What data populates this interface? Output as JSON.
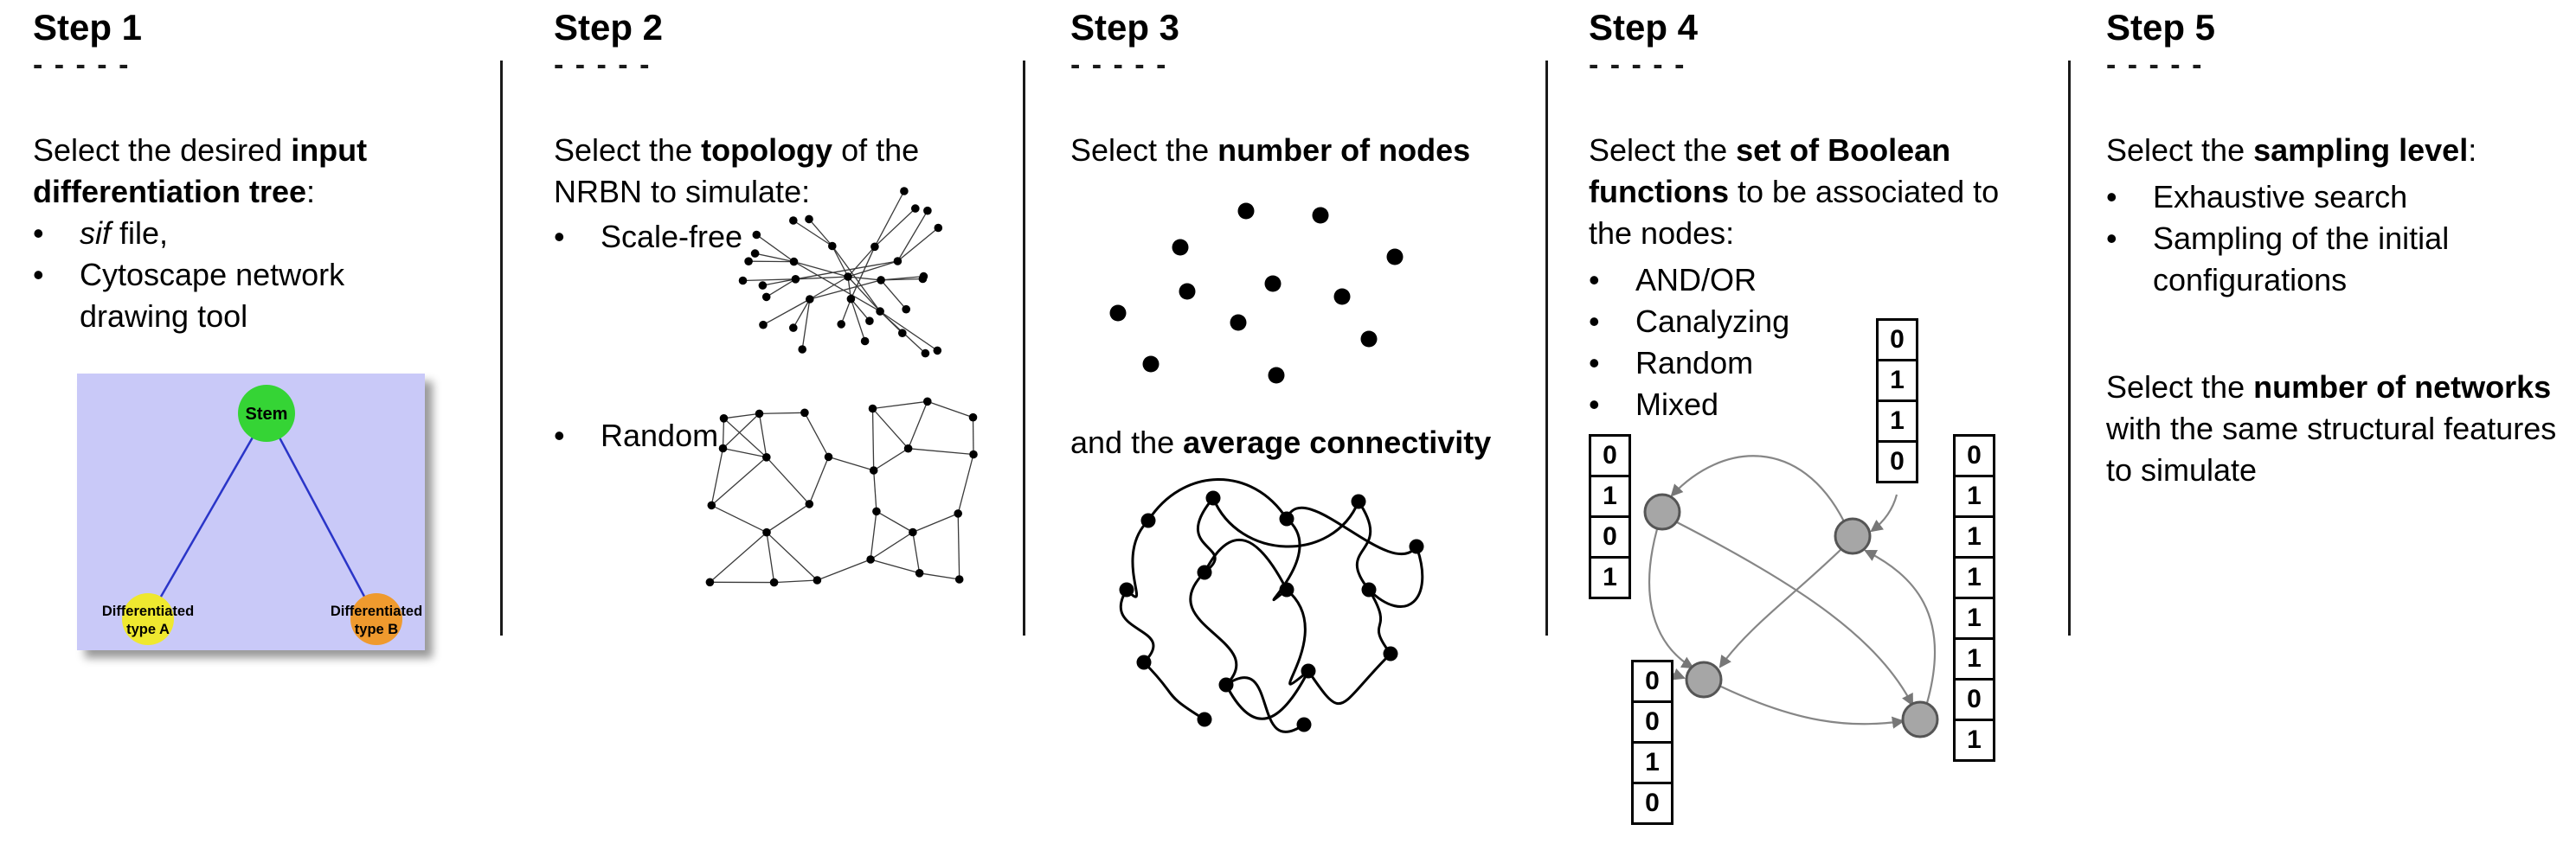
{
  "ui": {
    "bullet_char": "•"
  },
  "steps": [
    {
      "title": "Step 1",
      "dashes": "- - - - -",
      "intro": {
        "pre": "Select the desired ",
        "bold": "input differentiation tree",
        "post": ":"
      },
      "bullets": [
        {
          "italic": "sif",
          "text": " file,"
        },
        {
          "text": "Cytoscape network drawing tool"
        }
      ],
      "tree": {
        "background": "#c9c9f8",
        "edge_color": "#2a35c8",
        "stem": {
          "label": "Stem",
          "color": "#35d435"
        },
        "node_a": {
          "line1": "Differentiated",
          "line2": "type A",
          "color": "#efe82f"
        },
        "node_b": {
          "line1": "Differentiated",
          "line2": "type B",
          "color": "#ef9a2e"
        }
      }
    },
    {
      "title": "Step 2",
      "dashes": "- - - - -",
      "intro": {
        "pre": "Select the ",
        "bold": "topology",
        "post": " of the NRBN to simulate:"
      },
      "bullets": [
        {
          "text": "Scale-free"
        },
        {
          "text": "Random"
        }
      ]
    },
    {
      "title": "Step 3",
      "dashes": "- - - - -",
      "intro": {
        "pre": "Select the ",
        "bold": "number of nodes",
        "post": ""
      },
      "second": {
        "pre": "and the ",
        "bold": "average connectivity",
        "post": ""
      }
    },
    {
      "title": "Step 4",
      "dashes": "- - - - -",
      "intro": {
        "pre": "Select the ",
        "bold": "set of Boolean functions",
        "post": " to be associated to the nodes:"
      },
      "bullets": [
        {
          "text": "AND/OR"
        },
        {
          "text": "Canalyzing"
        },
        {
          "text": "Random"
        },
        {
          "text": "Mixed"
        }
      ],
      "graphic": {
        "node_color": "#a6a6a6",
        "edge_color": "#868686"
      },
      "tables": {
        "left": [
          "0",
          "1",
          "0",
          "1"
        ],
        "top": [
          "0",
          "1",
          "1",
          "0"
        ],
        "right": [
          "0",
          "1",
          "1",
          "1",
          "1",
          "1",
          "0",
          "1"
        ],
        "bottom": [
          "0",
          "0",
          "1",
          "0"
        ]
      }
    },
    {
      "title": "Step 5",
      "dashes": "- - - - -",
      "intro": {
        "pre": "Select the ",
        "bold": "sampling level",
        "post": ":"
      },
      "bullets": [
        {
          "text": "Exhaustive search"
        },
        {
          "text": "Sampling of the initial configurations"
        }
      ],
      "second": {
        "pre": "Select the ",
        "bold": "number of networks",
        "post": " with the same structural features to simulate"
      }
    }
  ]
}
